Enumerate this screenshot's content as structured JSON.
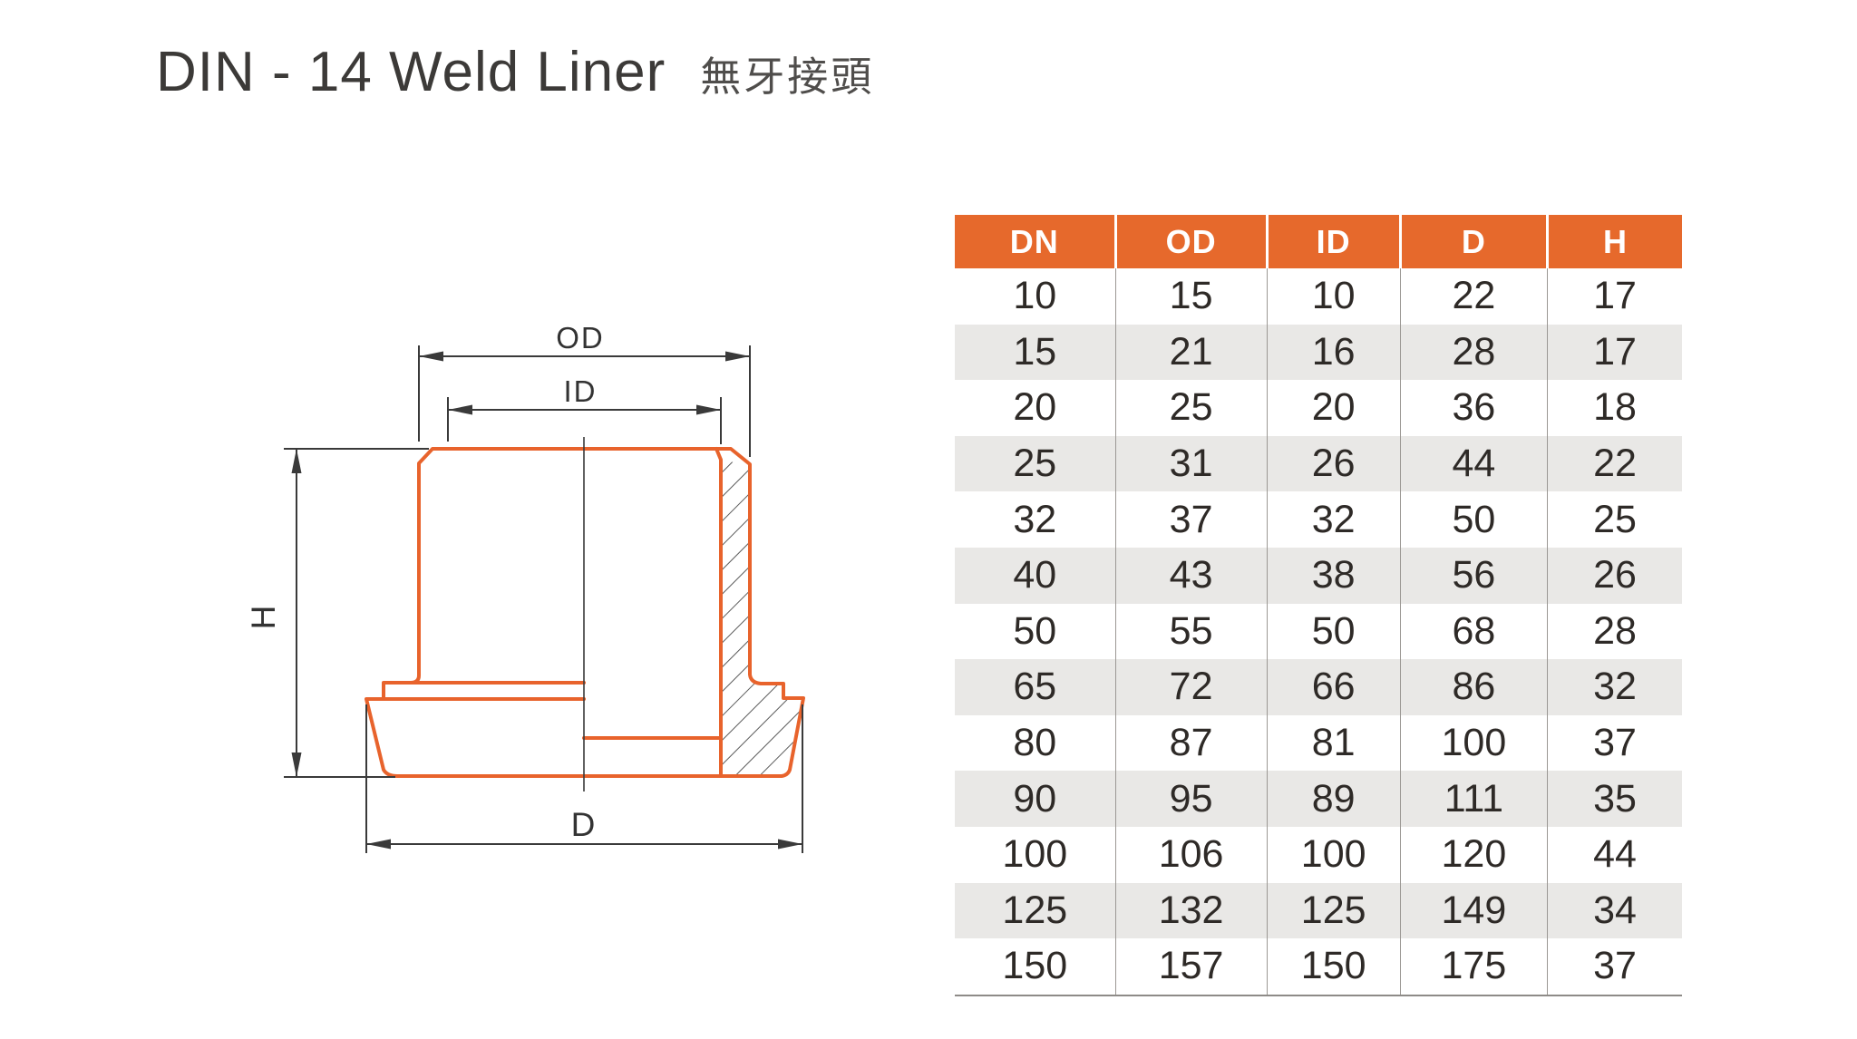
{
  "title": "DIN - 14 Weld Liner",
  "subtitle": "無牙接頭",
  "colors": {
    "accent_orange": "#E6692C",
    "drawing_outline_orange": "#E8632C",
    "row_shade_gray": "#E9E8E6",
    "dimension_line_dark": "#3A3A3A",
    "table_border_gray": "#9B9894"
  },
  "drawing": {
    "description": "cross-section of weld liner",
    "dim_labels": {
      "od": "OD",
      "id": "ID",
      "h": "H",
      "d": "D"
    }
  },
  "table": {
    "columns": [
      "DN",
      "OD",
      "ID",
      "D",
      "H"
    ],
    "rows": [
      [
        10,
        15,
        10,
        22,
        17
      ],
      [
        15,
        21,
        16,
        28,
        17
      ],
      [
        20,
        25,
        20,
        36,
        18
      ],
      [
        25,
        31,
        26,
        44,
        22
      ],
      [
        32,
        37,
        32,
        50,
        25
      ],
      [
        40,
        43,
        38,
        56,
        26
      ],
      [
        50,
        55,
        50,
        68,
        28
      ],
      [
        65,
        72,
        66,
        86,
        32
      ],
      [
        80,
        87,
        81,
        100,
        37
      ],
      [
        90,
        95,
        89,
        111,
        35
      ],
      [
        100,
        106,
        100,
        120,
        44
      ],
      [
        125,
        132,
        125,
        149,
        34
      ],
      [
        150,
        157,
        150,
        175,
        37
      ]
    ]
  }
}
